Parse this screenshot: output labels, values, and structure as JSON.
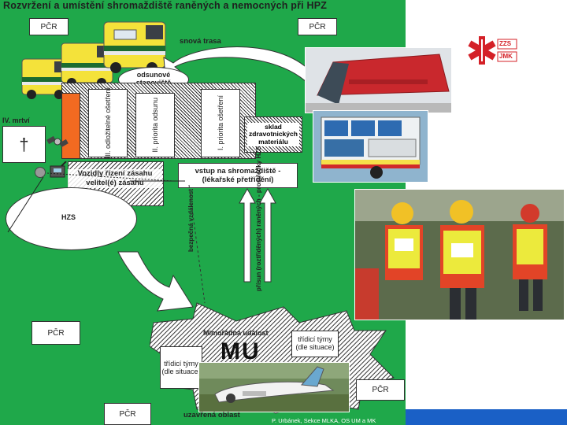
{
  "title": "Rozvržení a umístění shromaždiště raněných a nemocných při HPZ",
  "labels": {
    "pcr_top_left": "PČR",
    "pcr_top_right": "PČR",
    "pcr_mid_left": "PČR",
    "pcr_bottom_right": "PČR",
    "pcr_bottom_left": "PČR",
    "route": "snová trasa",
    "evac_station": "odsunové stanoviště",
    "dead": "IV. mrtví",
    "section_3": "III. odložitelné ošetření",
    "section_2": "II. priorita odsunu",
    "section_1": "I. priorita ošetření",
    "supplies": "sklad zdravotnických materiálu",
    "vehicles": "Vozidly řízení zásahu velitel(é) zásahu",
    "entry": "vstup na shromaždiště - (lékařské přetřídění)",
    "hzs": "HZS",
    "safe_route": "bezpečná vzdálenost",
    "arrival": "přísun (roztříděných) raněných - prostředky HZS",
    "mass_event": "Mimořádná událost",
    "mu": "MU",
    "triage_left": "třídicí týmy (dle situace)",
    "triage_right": "třídicí týmy (dle situace)",
    "closed_area": "uzavřená oblast",
    "footer": "P. Urbánek, Sekce MLKA, OS UM a MK"
  },
  "logo": {
    "line1": "ZZS",
    "line2": "JMK",
    "color": "#d42027"
  },
  "colors": {
    "green": "#1fa84a",
    "blue": "#1a60c6",
    "red": "#d42027",
    "orange": "#f26a21"
  },
  "icons": [
    "cross-icon",
    "satellite-icon",
    "radio-icon",
    "star-of-life-icon"
  ]
}
